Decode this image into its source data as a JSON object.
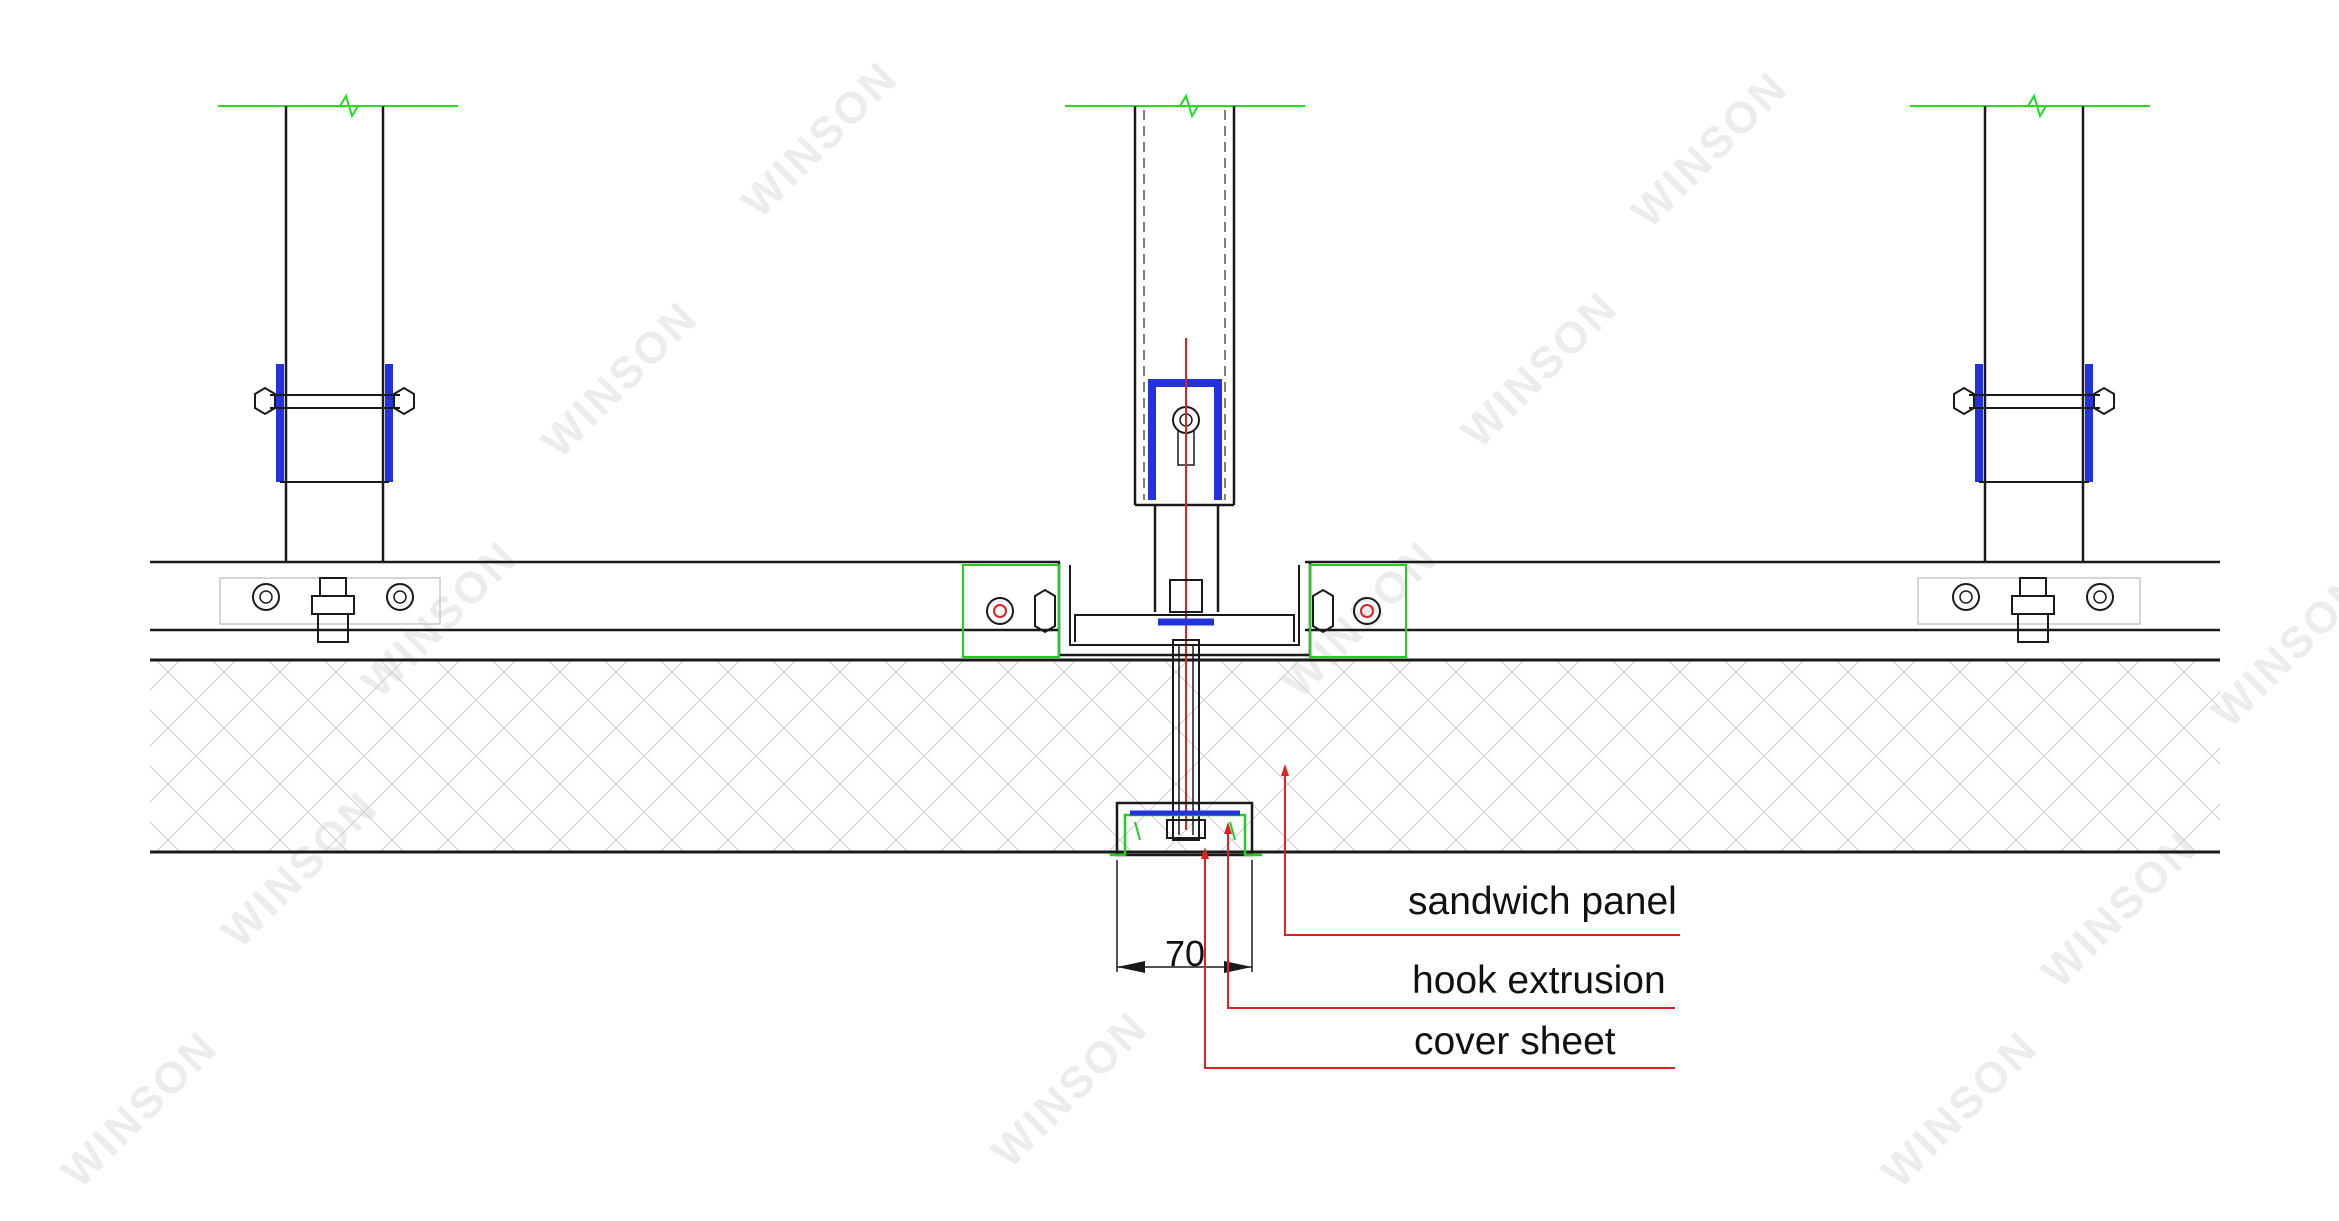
{
  "labels": {
    "sandwich_panel": "sandwich panel",
    "hook_extrusion": "hook extrusion",
    "cover_sheet": "cover sheet"
  },
  "dimension": {
    "width": "70"
  },
  "watermark": {
    "text": "WINSON"
  },
  "colors": {
    "outline": "#1a1a1a",
    "bracket": "#2233dd",
    "break_line": "#22dd22",
    "plate": "#22cc22",
    "leader": "#dd2222",
    "hatch": "#d4d4d4",
    "watermark": "#ececec"
  }
}
